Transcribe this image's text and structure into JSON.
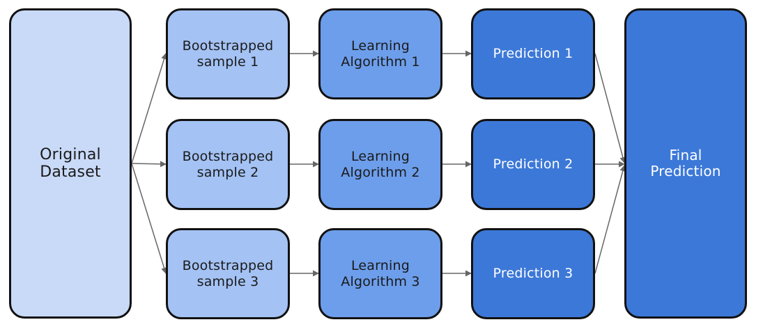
{
  "original": {
    "label": "Original\nDataset"
  },
  "samples": [
    {
      "label": "Bootstrapped\nsample 1"
    },
    {
      "label": "Bootstrapped\nsample 2"
    },
    {
      "label": "Bootstrapped\nsample 3"
    }
  ],
  "algorithms": [
    {
      "label": "Learning\nAlgorithm 1"
    },
    {
      "label": "Learning\nAlgorithm 2"
    },
    {
      "label": "Learning\nAlgorithm 3"
    }
  ],
  "predictions": [
    {
      "label": "Prediction 1"
    },
    {
      "label": "Prediction 2"
    },
    {
      "label": "Prediction 3"
    }
  ],
  "final": {
    "label": "Final\nPrediction"
  },
  "colors": {
    "original_fill": "#c9daf8",
    "sample_fill": "#a4c2f4",
    "algorithm_fill": "#6d9eeb",
    "prediction_fill": "#3c78d8",
    "final_fill": "#3c78d8",
    "border": "#111111",
    "dark_text": "#1a1a1a",
    "light_text": "#ffffff",
    "arrow": "#666666"
  }
}
